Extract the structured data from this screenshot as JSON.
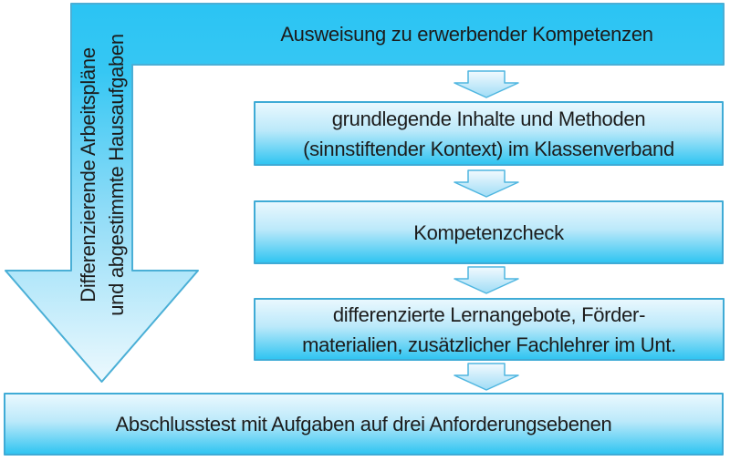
{
  "diagram": {
    "side_arrow": {
      "line1": "Differenzierende Arbeitspläne",
      "line2": "und abgestimmte Hausaufgaben"
    },
    "steps": [
      {
        "name": "step-1",
        "lines": [
          "Ausweisung zu erwerbender Kompetenzen"
        ]
      },
      {
        "name": "step-2",
        "lines": [
          "grundlegende Inhalte und Methoden",
          "(sinnstiftender Kontext) im Klassenverband"
        ]
      },
      {
        "name": "step-3",
        "lines": [
          "Kompetenzcheck"
        ]
      },
      {
        "name": "step-4",
        "lines": [
          "differenzierte Lernangebote, Förder-",
          "materialien, zusätzlicher Fachlehrer im Unt."
        ]
      },
      {
        "name": "step-5",
        "lines": [
          "Abschlusstest mit Aufgaben auf drei Anforderungsebenen"
        ]
      }
    ],
    "colors": {
      "solid_cyan": "#2ec5f3",
      "box_gradient_top": "#e9f8fe",
      "box_gradient_bottom": "#31c5f1",
      "box_border": "#3fabd6",
      "big_arrow_border": "#4aafd6",
      "small_arrow_border": "#4fb6e0",
      "small_arrow_fill_top": "#f2fafe",
      "small_arrow_fill_bottom": "#9fddf6",
      "text": "#1c1c1c",
      "background": "#ffffff"
    }
  }
}
